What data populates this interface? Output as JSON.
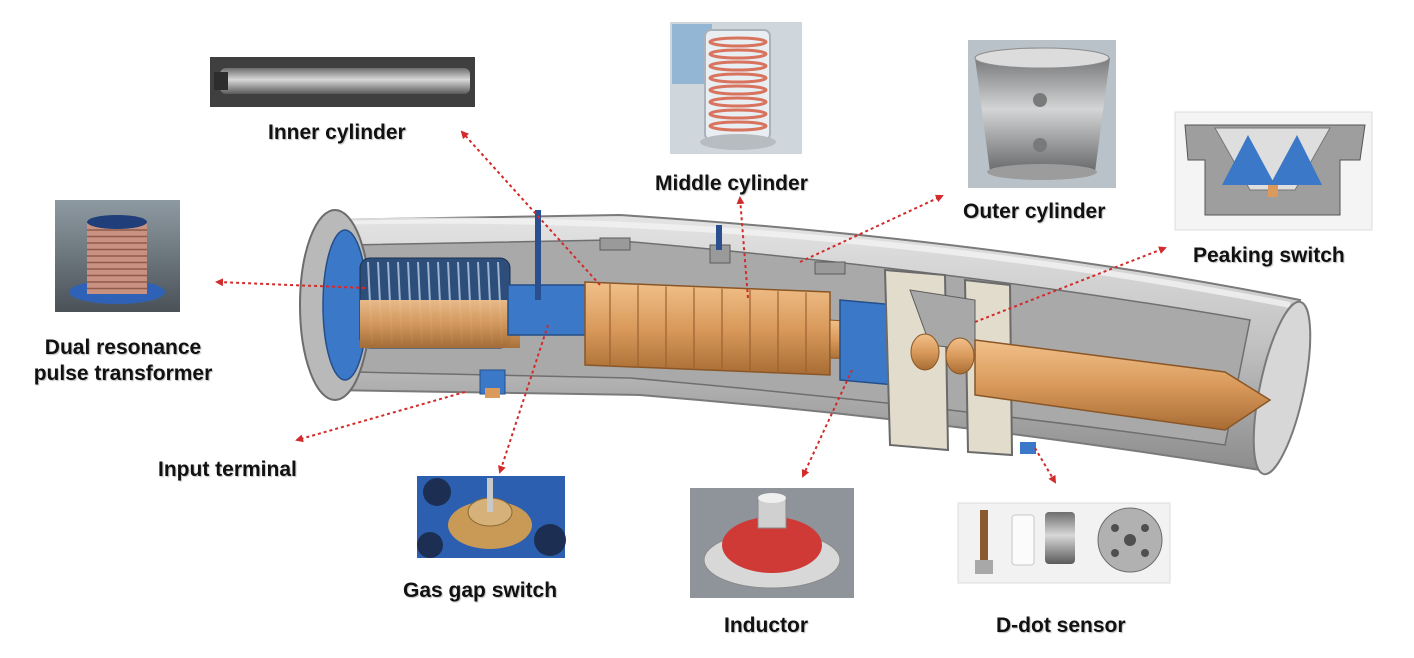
{
  "labels": {
    "inner_cylinder": "Inner cylinder",
    "middle_cylinder": "Middle cylinder",
    "outer_cylinder": "Outer cylinder",
    "peaking_switch": "Peaking switch",
    "dual_resonance_line1": "Dual resonance",
    "dual_resonance_line2": "pulse transformer",
    "input_terminal": "Input terminal",
    "gas_gap_switch": "Gas gap switch",
    "inductor": "Inductor",
    "d_dot_sensor": "D-dot sensor"
  },
  "colors": {
    "housing": "#c9c9c9",
    "housing_dark": "#9a9a9a",
    "copper": "#d99a5b",
    "blue": "#3b78c8",
    "arrow": "#d22b2b"
  }
}
